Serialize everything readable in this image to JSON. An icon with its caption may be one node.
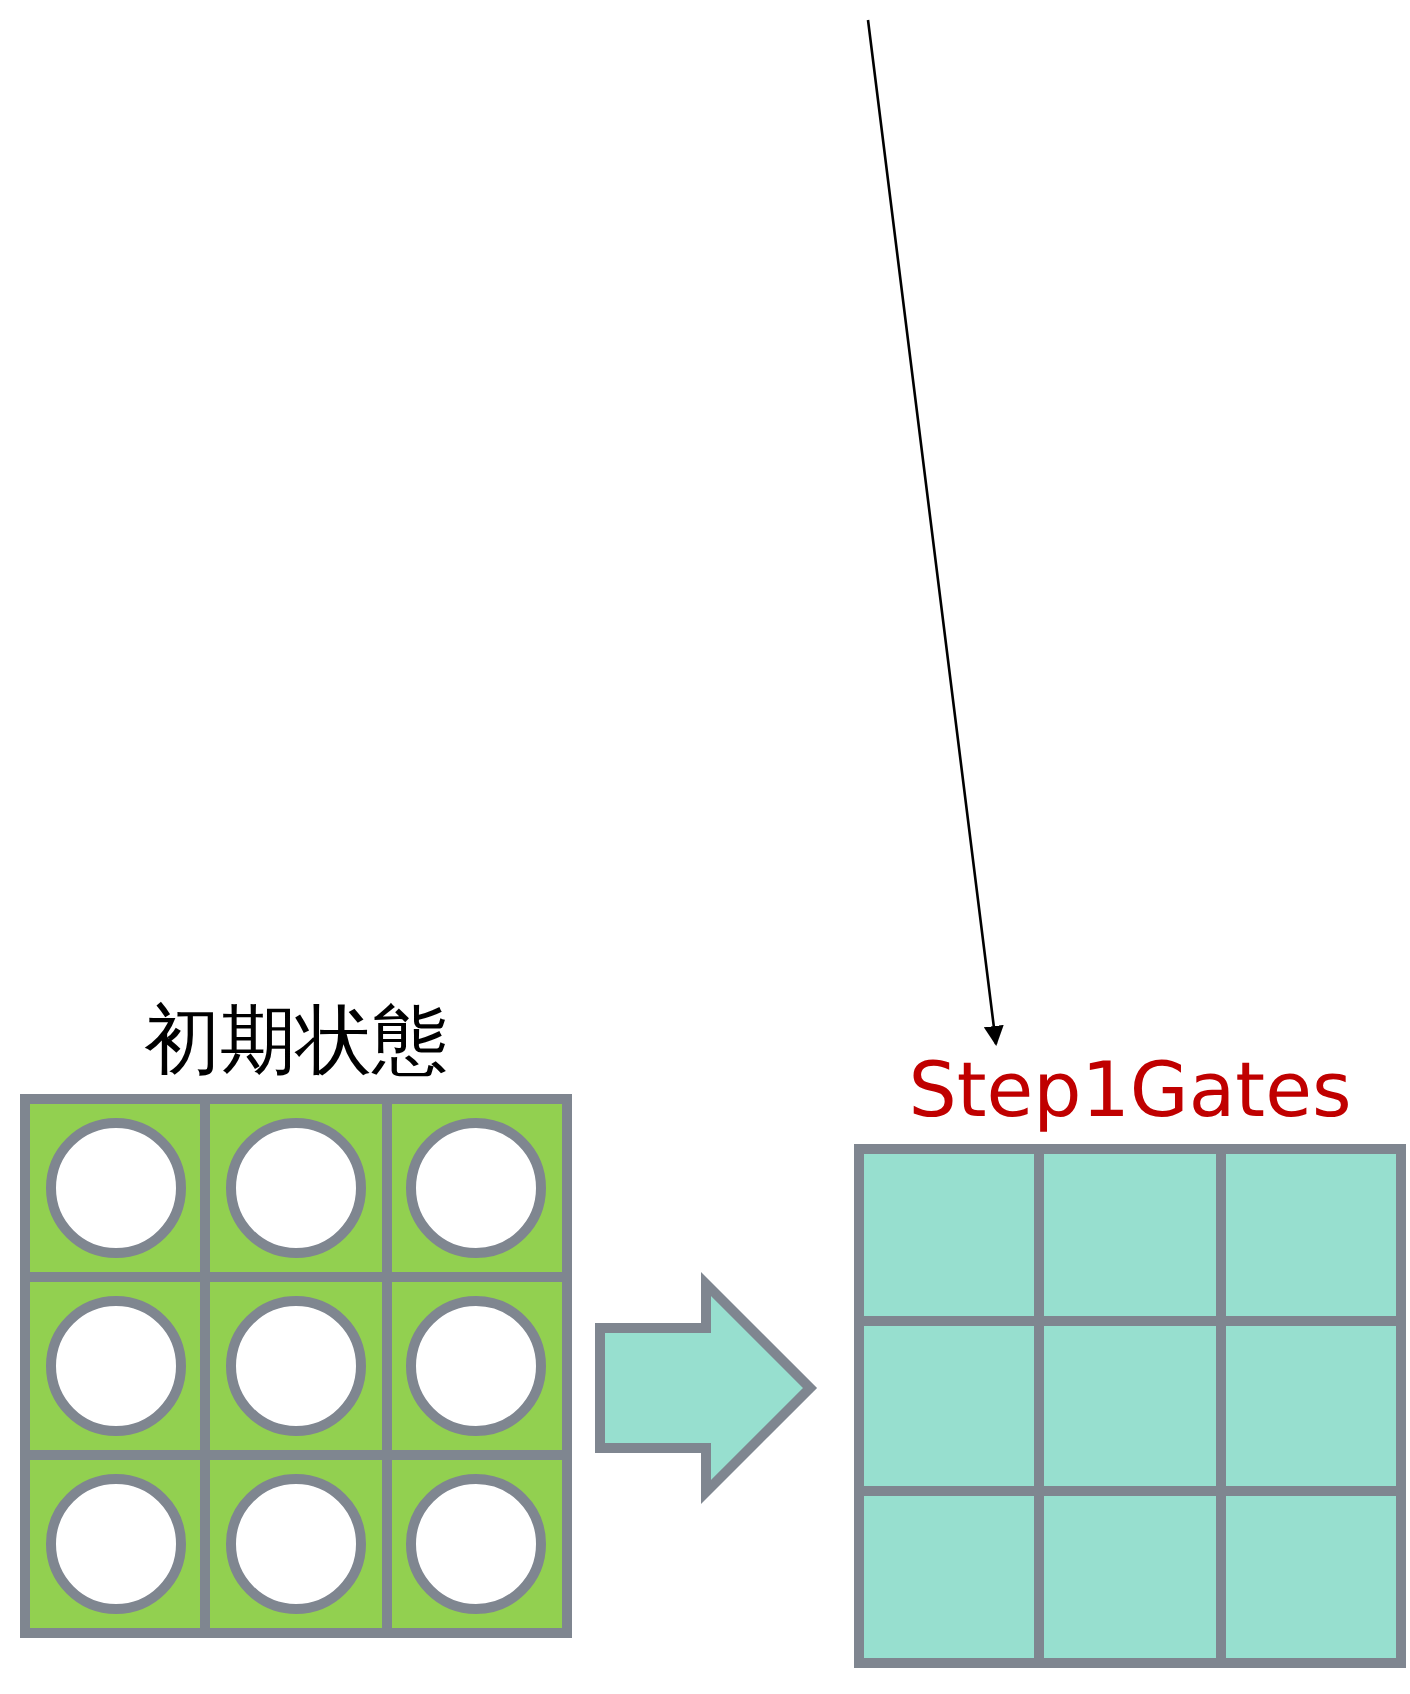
{
  "diagram": {
    "nodes": [
      {
        "text": [
          "初期状態"
        ]
      },
      {
        "text": [],
        "shape": "circle",
        "in": 0
      },
      {
        "text": [],
        "shape": "circle",
        "in": 0
      },
      {
        "text": [],
        "shape": "circle",
        "in": 0
      },
      {
        "text": [],
        "shape": "circle",
        "in": 0
      },
      {
        "text": [],
        "shape": "circle",
        "in": 0
      },
      {
        "text": [],
        "shape": "circle",
        "in": 0
      },
      {
        "text": [],
        "shape": "circle",
        "in": 0
      },
      {
        "text": [],
        "shape": "circle",
        "in": 0
      },
      {
        "text": [],
        "shape": "circle",
        "in": 0
      },
      {
        "text": [
          "Step1Gates"
        ]
      },
      {
        "text": [],
        "shape": "box",
        "in": 10
      },
      {
        "text": [],
        "shape": "box",
        "in": 10
      },
      {
        "text": [],
        "shape": "box",
        "in": 10
      },
      {
        "text": [],
        "shape": "box",
        "in": 10
      },
      {
        "text": [],
        "shape": "box",
        "in": 10
      },
      {
        "text": [],
        "shape": "box",
        "in": 10
      },
      {
        "text": [],
        "shape": "box",
        "in": 10
      },
      {
        "text": [],
        "shape": "box",
        "in": 10
      },
      {
        "text": [],
        "shape": "box",
        "in": 10
      }
    ],
    "edges": [
      {
        "from": 0,
        "to": 10,
        "arrow": "to"
      },
      {
        "from": null,
        "to": 10,
        "arrow": "to"
      }
    ]
  }
}
